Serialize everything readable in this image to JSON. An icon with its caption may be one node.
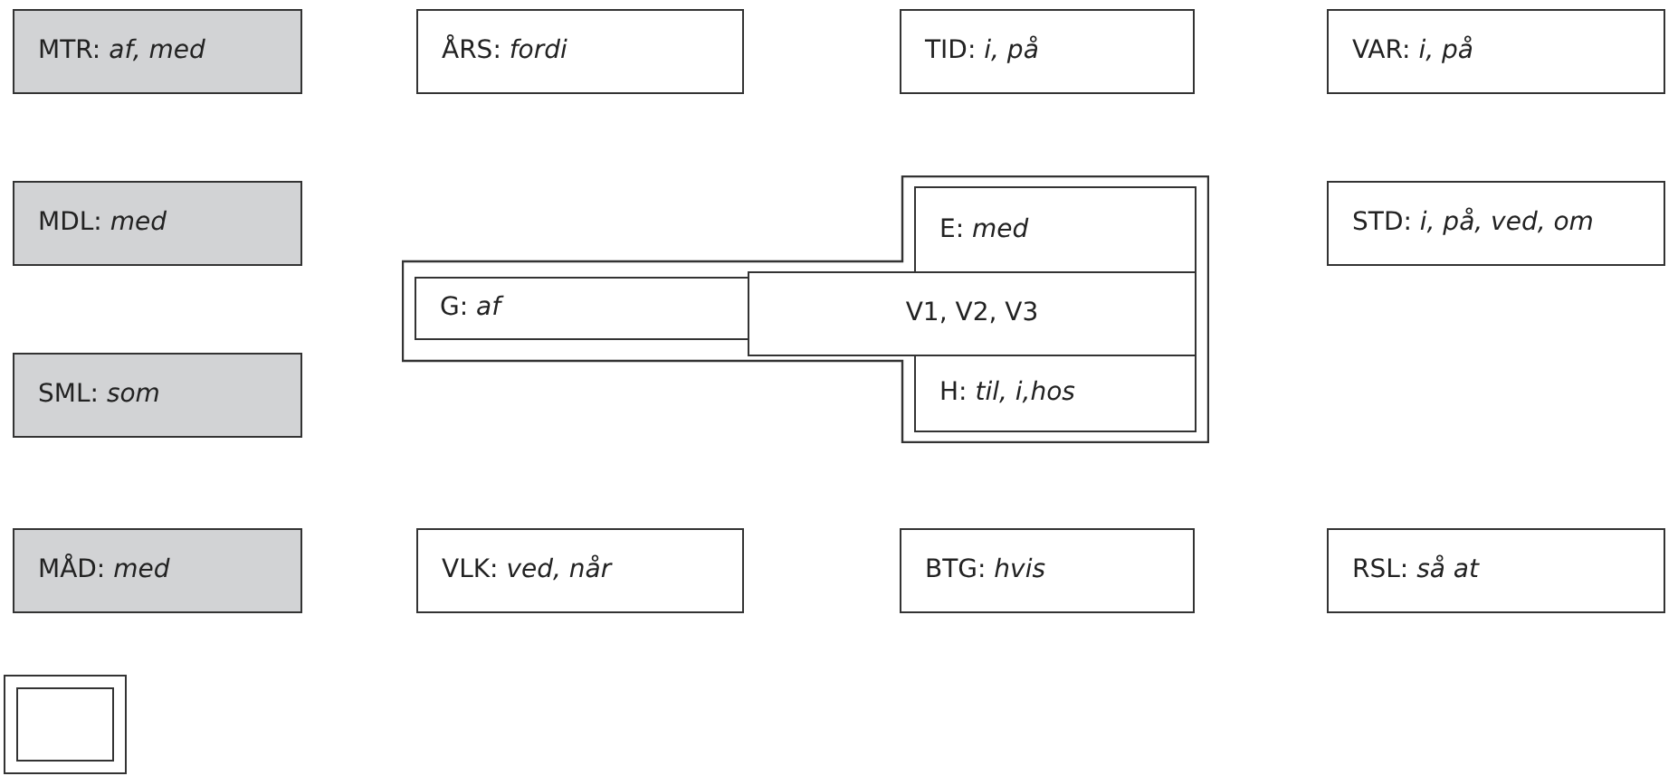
{
  "diagram": {
    "nodes": [
      {
        "text": [
          "MTR: *af, med*"
        ]
      },
      {
        "text": [
          "ÅRS: *fordi*"
        ]
      },
      {
        "text": [
          "TID: *i, på*"
        ]
      },
      {
        "text": [
          "VAR: *i, på*"
        ]
      },
      {
        "text": [
          "MDL: *med*"
        ]
      },
      {
        "text": [],
        "shape": "box"
      },
      {
        "text": [
          "E: *med*"
        ],
        "in": 5
      },
      {
        "text": [
          "STD: *i, på, ved, om*"
        ]
      },
      {
        "text": [
          "G: *af*"
        ],
        "in": 5
      },
      {
        "text": [
          "V1, V2, V3"
        ],
        "in": 5
      },
      {
        "text": [
          "SML: *som*"
        ]
      },
      {
        "text": [
          "H: *til, i,hos*"
        ],
        "in": 5
      },
      {
        "text": [
          "MÅD: *med*"
        ]
      },
      {
        "text": [
          "VLK: *ved, når*"
        ]
      },
      {
        "text": [
          "BTG: *hvis*"
        ]
      },
      {
        "text": [
          "RSL: *så at*"
        ]
      },
      {
        "text": [],
        "shape": "box"
      }
    ]
  }
}
